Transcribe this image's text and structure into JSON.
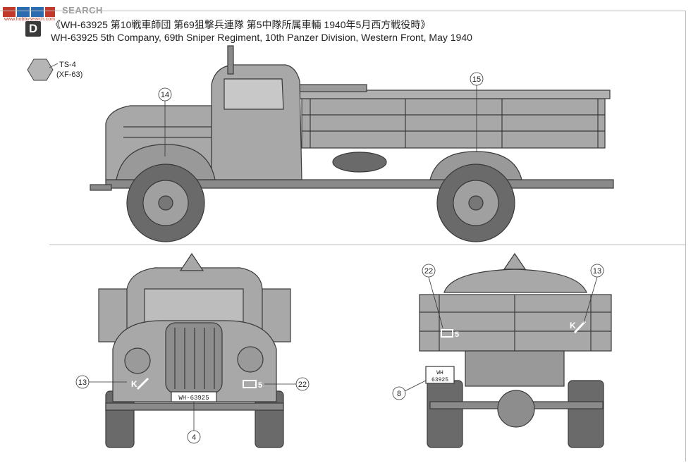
{
  "watermark": {
    "brand": "SEARCH",
    "url": "www.hobbysearch.com"
  },
  "badge": "D",
  "title_jp": "《WH-63925 第10戦車師団 第69狙撃兵連隊 第5中隊所属車輛 1940年5月西方戦役時》",
  "title_en": "WH-63925 5th Company, 69th Sniper Regiment, 10th Panzer Division, Western Front, May 1940",
  "paint": {
    "code": "TS-4",
    "alt": "(XF-63)",
    "color": "#b5b5b5"
  },
  "callouts": {
    "side_hood": "14",
    "side_bed": "15",
    "front_left": "13",
    "front_right": "22",
    "front_plate": "4",
    "rear_left": "22",
    "rear_right": "13",
    "rear_plate": "8"
  },
  "markings": {
    "plate_front": "WH-63925",
    "plate_rear_top": "WH",
    "plate_rear_bottom": "63925",
    "tactical_num": "5",
    "k_letter": "K"
  },
  "colors": {
    "vehicle": "#a8a8a8",
    "vehicle_dark": "#8a8a8a",
    "tire": "#6a6a6a",
    "line": "#3a3a3a"
  }
}
